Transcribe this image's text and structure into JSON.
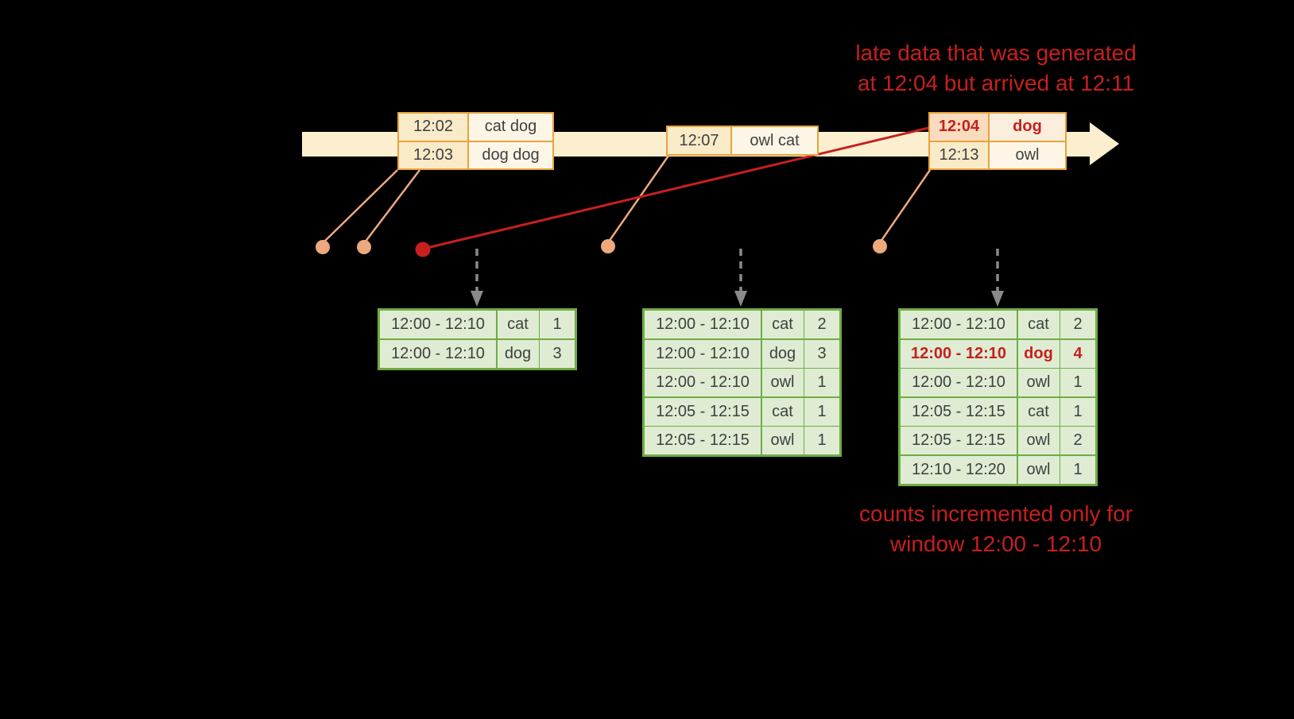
{
  "colors": {
    "background": "#000000",
    "timeline_fill": "#FBEFD0",
    "event_border": "#E8A33C",
    "event_time_fill": "#F9EAC8",
    "event_value_fill": "#FDF6E7",
    "late_time_fill": "#F9DCBE",
    "late_value_fill": "#FBEEDD",
    "connector_salmon": "#EDA87D",
    "accent_red": "#C5201E",
    "table_border_green": "#6FAC46",
    "table_cell_green": "#DFECD3",
    "trigger_arrow_gray": "#8A8A8A",
    "cell_text": "#3F3F3F"
  },
  "annotations": {
    "late_data_line1": "late data that was generated",
    "late_data_line2": "at 12:04 but arrived at 12:11",
    "counts_line1": "counts incremented only for",
    "counts_line2": "window 12:00 - 12:10"
  },
  "events": {
    "box1": {
      "rows": [
        {
          "time": "12:02",
          "words": "cat dog"
        },
        {
          "time": "12:03",
          "words": "dog dog"
        }
      ]
    },
    "box2": {
      "rows": [
        {
          "time": "12:07",
          "words": "owl cat"
        }
      ]
    },
    "box3": {
      "rows": [
        {
          "time": "12:04",
          "words": "dog"
        },
        {
          "time": "12:13",
          "words": "owl"
        }
      ]
    }
  },
  "tables": {
    "t1": {
      "rows": [
        {
          "window": "12:00 - 12:10",
          "word": "cat",
          "count": "1"
        },
        {
          "window": "12:00 - 12:10",
          "word": "dog",
          "count": "3"
        }
      ]
    },
    "t2": {
      "rows": [
        {
          "window": "12:00 - 12:10",
          "word": "cat",
          "count": "2"
        },
        {
          "window": "12:00 - 12:10",
          "word": "dog",
          "count": "3"
        },
        {
          "window": "12:00 - 12:10",
          "word": "owl",
          "count": "1"
        },
        {
          "window": "12:05 - 12:15",
          "word": "cat",
          "count": "1"
        },
        {
          "window": "12:05 - 12:15",
          "word": "owl",
          "count": "1"
        }
      ]
    },
    "t3": {
      "rows": [
        {
          "window": "12:00 - 12:10",
          "word": "cat",
          "count": "2"
        },
        {
          "window": "12:00 - 12:10",
          "word": "dog",
          "count": "4"
        },
        {
          "window": "12:00 - 12:10",
          "word": "owl",
          "count": "1"
        },
        {
          "window": "12:05 - 12:15",
          "word": "cat",
          "count": "1"
        },
        {
          "window": "12:05 - 12:15",
          "word": "owl",
          "count": "2"
        },
        {
          "window": "12:10 - 12:20",
          "word": "owl",
          "count": "1"
        }
      ]
    }
  }
}
